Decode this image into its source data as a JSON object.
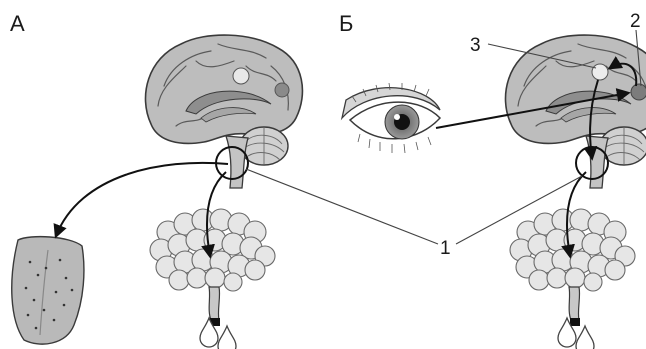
{
  "panels": [
    {
      "id": "A",
      "label": "А"
    },
    {
      "id": "B",
      "label": "Б"
    }
  ],
  "callouts": [
    {
      "id": "1",
      "label": "1"
    },
    {
      "id": "2",
      "label": "2"
    },
    {
      "id": "3",
      "label": "3"
    }
  ],
  "colors": {
    "outline": "#3a3a3a",
    "brain_fill": "#b9b9b9",
    "brain_inner": "#8e8e8e",
    "gland_fill": "#bdbdbd",
    "lobule": "#e6e6e6",
    "tongue": "#b7b7b7",
    "arrow": "#111111"
  }
}
